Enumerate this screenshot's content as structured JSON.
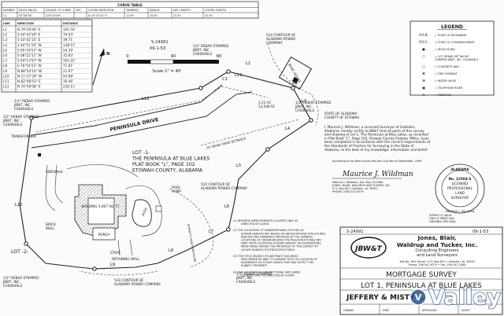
{
  "curve_table": {
    "title": "CURVE TABLE",
    "headers": [
      "NUMBER",
      "DELTA ANGLE",
      "DEGREE OF CURVE",
      "ARC",
      "CHORD DIRECTION",
      "TANGENT",
      "RADIUS",
      "ARC LENGTH",
      "CHORD LENGTH"
    ],
    "rows": [
      [
        "C1",
        "53°28'38\"",
        "229°10'59\"",
        "",
        "N 19°15'32\" E",
        "12.59",
        "25.00",
        "23.33",
        "22.50"
      ]
    ]
  },
  "line_table": {
    "headers": [
      "LINE",
      "DIRECTION",
      "DISTANCE"
    ],
    "rows": [
      [
        "L1",
        "N 79°29'46\" E",
        "101.50'"
      ],
      [
        "L2",
        "S 54°43'19\" E",
        "74.93'"
      ],
      [
        "L3",
        "S 33°42'15\" E",
        "39.71'"
      ],
      [
        "L4",
        "S 40°51'25\" W",
        "138.57'"
      ],
      [
        "L5",
        "S 05°29'57\" W",
        "54.39'"
      ],
      [
        "L6",
        "S 08°22'11\" W",
        "35.83'"
      ],
      [
        "L7",
        "S 54°13'57\" W",
        "105.22'"
      ],
      [
        "L8",
        "S 76°54'21\" W",
        "71.61'"
      ],
      [
        "L9",
        "N 88°54'14\" W",
        "21.97'"
      ],
      [
        "L10",
        "N 11°37'28\" W",
        "93.98'"
      ],
      [
        "L11",
        "N 82°48'53\" E",
        "30.46'"
      ],
      [
        "L12",
        "N 70°59'08\" E",
        "230.11'"
      ]
    ]
  },
  "scale": {
    "ref": "S-24991",
    "date": "09-1-53",
    "ticks": [
      "0",
      "40",
      "80"
    ],
    "text": "Scale 1\" = 40'"
  },
  "labels": {
    "rebar_top_left": "1/2\" REBAR STAMPED\nJBWT, INC.\nCA00646LS",
    "rebar_top_mid": "1/2\" REBAR STAMPED\nJBWT, INC.\nCA00646LS",
    "rebar_left": "1/2\" REBAR STAMPED\nJBWT, INC.\nCA00646LS",
    "rebar_right": "1/2\" REBAR STAMPED\nJBWT, INC.\nCA00646LS",
    "rebar_bottom_left": "1/2\" REBAR STAMPED\nJBWT, INC.\nCA00646LS",
    "rebar_bottom_right": "1/2\" REBAR STAMPED\nJBWT, INC.\nCA00646LS",
    "contour_top": "510 CONTOUR OF\nALABAMA POWER\nCOMPANY",
    "contour_mid": "510 CONTOUR OF\nALABAMA POWER COMPANY",
    "contour_bottom": "510 CONTOUR OF\nALABAMA POWER COMPANY",
    "peninsula_drive": "PENINSULA DRIVE",
    "setback": "70' REAR YARD SETBACK",
    "area": "1.23 AC\n53,548 SF",
    "boat_house": "BOAT HOUSE",
    "transformer": "TRANSFORMER",
    "sidewalk": "SIDEWALK",
    "brick_wall": "BRICK\nWALL",
    "building": "BUILDING\n4,807 SQ. FT.",
    "porch": "PORCH",
    "steps": "STEPS",
    "retaining_wall": "RETAINING WALL",
    "pool": "POOL",
    "pool_pump": "POOL\nPUMP",
    "high_water": "HUMIDITY HEAVY WATERLINE",
    "lot1": "LOT -1-\nTHE PENINSULA AT BLUE LAKES\nPLAT BOOK \"L\", PAGE 102\nETOWAH COUNTY, ALABAMA",
    "lot2": "LOT -2-",
    "no_dev": "NOT OPEN"
  },
  "legend": {
    "title": "LEGEND",
    "items": [
      {
        "sym": "P.O.B.",
        "text": "= POINT OF BEGINNING"
      },
      {
        "sym": "P.O.C.",
        "text": "= POINT OF COMMENCEMENT"
      },
      {
        "sym": "●",
        "text": "= IRON FOUND"
      },
      {
        "sym": "○",
        "text": "= 1/2\" REBAR SET W/CAP\nSTAMPED JBWT, INC. CA00646LS"
      },
      {
        "sym": "◻",
        "text": "= CONCRETE NAIL"
      },
      {
        "sym": "✱",
        "text": "= FIRE HYDRANT"
      },
      {
        "sym": "⊠",
        "text": "= WATER VALVE"
      },
      {
        "sym": "▣",
        "text": "= TELEPHONE RISER"
      },
      {
        "sym": "◎",
        "text": "= MANHOLE"
      }
    ]
  },
  "certificate": {
    "state": "STATE OF ALABAMA\nCOUNTY OF ETOWAH",
    "body": "I, Maurice J. Wildman, a Licensed Surveyor of Gadsden, Alabama, hereby certify to BB&T that all parts of this survey and drawing of Lot 1, The Peninsula at Blue Lakes, as recorded in Plat Book \"L\", Page 102, Etowah County Probate Office, have been completed in accordance with the current requirements of the Standards of Practice for Surveying in the State of Alabama, to the best of my knowledge, information and belief.",
    "dated": "According to my field survey this the 21st day of September, 2009.",
    "signature": "Maurice J. Wildman",
    "signer": "Maurice J. Wildman, Ala. Reg. #22584\nJONES, BLAIR, WALDRUP AND TUCKER, INC.\nP. O. Box 631, Gadsden, AL 35902\nPHONE (256) 547-6379"
  },
  "seal": {
    "top": "ALABAMA",
    "lines": [
      "No. 22584-S",
      "LICENSED",
      "PROFESSIONAL",
      "LAND",
      "SURVEYOR"
    ],
    "bottom": "MAURICE J. WILDMAN"
  },
  "validity": "SURVEY IS VALID\nONLY IF PRINT HAS\nORIGINAL RED SEAL",
  "notes": [
    "(1)  INTERIOR IMPROVEMENTS LOCATED ONLY AS DIRECTED BY CLIENT.",
    "(2)  THE LOCATIONS OF UNDERGROUND UTILITIES AS SHOWN HEREON ARE BASED ON ABOVEGROUND STRUCTURES AND RECORD DRAWINGS PROVIDED BY THE OWNERS. LOCATIONS OF UNDERGROUND UTILITIES/STRUCTURES MAY VARY FROM LOCATIONS SHOWN HEREON. NO EXCAVATIONS WERE MADE DURING THE PROGRESS OF THIS SURVEY TO LOCATE BURIED UTILITIES/STRUCTURES.",
    "(3)  THIS TITLE SEARCH OR ABSTRACT HAS BEEN PERFORMED BY JBWT TO ENSURE TITLE OR LOCATION OF EASEMENTS OR OTHER ISSUES THAT MAY AFFECT THE SUBJECT PROPERTY.",
    "(4)  THE LOCATION OF JURISDICTIONAL WETLANDS LOCATED ONLY AS DIRECTED BY CLIENT."
  ],
  "title_block": {
    "ref": "S-24991",
    "date": "09-1-53",
    "logo": "JBW&T",
    "firm": "Jones, Blair,\nWaldrup and Tucker, Inc.",
    "services": "Consulting Engineers\nand Land Surveyors",
    "address": "306 No. Fifth Street • P.O. Box 831 • Gadsden, AL 35902\nPhone: 256-547-6379 • Fax: 256-547-2484",
    "survey_type": "MORTGAGE SURVEY",
    "survey_name": "LOT 1, PENINSULA AT BLUE LAKES",
    "client": "JEFFERY & MISTY ...",
    "footer_cols": [
      "DRAWN",
      "DRM",
      "APPROVED",
      "SHEET"
    ]
  },
  "watermark": "Valley"
}
